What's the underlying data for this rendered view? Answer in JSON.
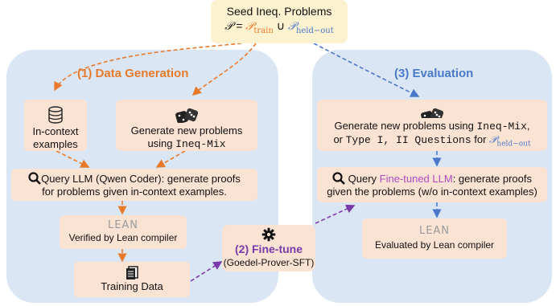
{
  "seed": {
    "title": "Seed Ineq. Problems",
    "P": "𝒫",
    "eq": " = ",
    "P_train": "𝒫",
    "train_sub": "train",
    "union": " ∪ ",
    "P_held": "𝒫",
    "held_sub": "held−out"
  },
  "left_panel": {
    "title": "(1) Data Generation",
    "incontext_label_1": "In-context",
    "incontext_label_2": "examples",
    "generate_label_1": "Generate new problems",
    "generate_label_2_prefix": "using ",
    "generate_label_2_code": "Ineq-Mix",
    "query_label_1": "Query LLM (Qwen Coder): generate proofs",
    "query_label_2": "for problems given in-context examples.",
    "lean_logo": "LEAN",
    "verified_label": "Verified by Lean compiler",
    "training_label": "Training Data"
  },
  "finetune": {
    "title": "(2) Fine-tune",
    "subtitle": "(Goedel-Prover-SFT)"
  },
  "right_panel": {
    "title": "(3) Evaluation",
    "generate_label_1_prefix": "Generate new problems using ",
    "generate_label_1_code": "Ineq-Mix",
    "generate_label_1_suffix": ",",
    "generate_label_2_prefix": "or ",
    "generate_label_2_code": "Type I, II Questions",
    "generate_label_2_mid": " for ",
    "generate_label_2_P": "𝒫",
    "generate_label_2_sub": "held−out",
    "query_label_1_prefix": "Query ",
    "query_label_1_highlight": "Fine-tuned LLM",
    "query_label_1_suffix": ": generate proofs",
    "query_label_2": "given the problems (w/o in-context examples)",
    "lean_logo": "LEAN",
    "evaluated_label": "Evaluated by Lean compiler"
  },
  "colors": {
    "orange": "#e87b2b",
    "blue": "#4a79c9",
    "purple": "#7a3aa8",
    "panel": "#dbe6f4",
    "box": "#fbe3d4",
    "seed_box": "#fdf2cf"
  },
  "icons": [
    "database-icon",
    "dice-icon",
    "magnifier-icon",
    "lean-logo",
    "document-stack-icon",
    "gear-icon"
  ]
}
